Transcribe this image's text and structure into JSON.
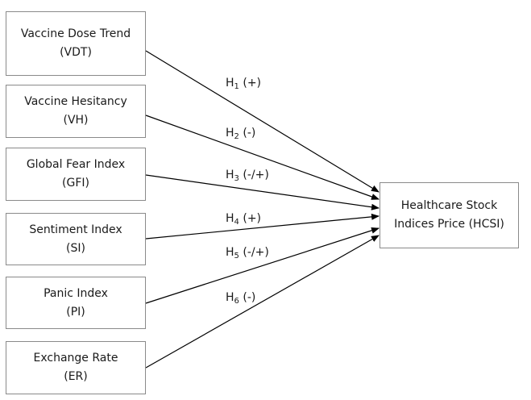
{
  "variables": [
    {
      "id": "vdt",
      "line1": "Vaccine Dose Trend",
      "line2": "(VDT)"
    },
    {
      "id": "vh",
      "line1": "Vaccine Hesitancy",
      "line2": "(VH)"
    },
    {
      "id": "gfi",
      "line1": "Global Fear Index",
      "line2": "(GFI)"
    },
    {
      "id": "si",
      "line1": "Sentiment Index",
      "line2": "(SI)"
    },
    {
      "id": "pi",
      "line1": "Panic Index",
      "line2": "(PI)"
    },
    {
      "id": "er",
      "line1": "Exchange Rate",
      "line2": "(ER)"
    }
  ],
  "target": {
    "line1": "Healthcare Stock",
    "line2": "Indices Price (HCSI)"
  },
  "hypotheses": [
    {
      "letter": "H",
      "index": "1",
      "sign": "(+)"
    },
    {
      "letter": "H",
      "index": "2",
      "sign": "(-)"
    },
    {
      "letter": "H",
      "index": "3",
      "sign": "(-/+)"
    },
    {
      "letter": "H",
      "index": "4",
      "sign": "(+)"
    },
    {
      "letter": "H",
      "index": "5",
      "sign": "(-/+)"
    },
    {
      "letter": "H",
      "index": "6",
      "sign": "(-)"
    }
  ],
  "colors": {
    "line": "#000000",
    "border": "#8a8a8a"
  }
}
